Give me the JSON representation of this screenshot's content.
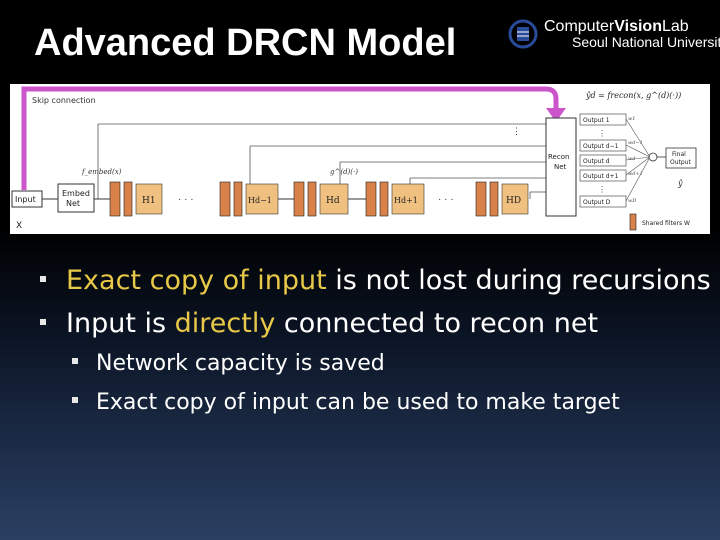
{
  "slide": {
    "title": "Advanced DRCN Model",
    "logo": {
      "line1_a": "Computer",
      "line1_b": "Vision",
      "line1_c": "Lab",
      "line2": "Seoul National University"
    }
  },
  "diagram": {
    "skip_label": "Skip connection",
    "input_label": "Input",
    "input_var": "X",
    "embed_label_1": "Embed",
    "embed_label_2": "Net",
    "f_embed": "f_embed(x)",
    "h_labels": [
      "H1",
      "Hd−1",
      "Hd",
      "Hd+1",
      "HD"
    ],
    "g_label": "g^(d)(·)",
    "recon_label_1": "Recon",
    "recon_label_2": "Net",
    "formula": "ŷd = frecon(x, g^(d)(·))",
    "outputs": [
      "Output 1",
      "Output d−1",
      "Output d",
      "Output d+1",
      "Output D"
    ],
    "weights": [
      "w1",
      "wd−1",
      "wd",
      "wd+1",
      "wD"
    ],
    "final_label_1": "Final",
    "final_label_2": "Output",
    "final_var": "ŷ",
    "shared_filters": "Shared filters W"
  },
  "bullets": [
    {
      "level": 1,
      "parts": [
        {
          "text": "Exact copy of input",
          "highlight": true
        },
        {
          "text": " is not lost during  recursions",
          "highlight": false
        }
      ]
    },
    {
      "level": 1,
      "parts": [
        {
          "text": "Input is ",
          "highlight": false
        },
        {
          "text": "directly",
          "highlight": true
        },
        {
          "text": " connected to recon net",
          "highlight": false
        }
      ]
    },
    {
      "level": 2,
      "parts": [
        {
          "text": "Network capacity is saved",
          "highlight": false
        }
      ]
    },
    {
      "level": 2,
      "parts": [
        {
          "text": "Exact copy of input can be used to make target",
          "highlight": false
        }
      ]
    }
  ],
  "colors": {
    "highlight": "#e8c848",
    "skip_arrow": "#cc55cc",
    "h_box": "#f0c080",
    "filter": "#d8824a"
  }
}
